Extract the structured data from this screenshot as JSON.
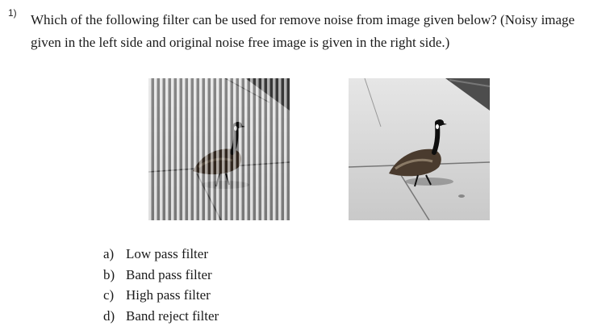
{
  "question": {
    "number": "1)",
    "text": "Which of the following filter can be used for remove noise from image given below? (Noisy image given in the left side and original noise free image is given in the right side.)"
  },
  "images": {
    "noisy": "noisy goose image with vertical stripe noise",
    "clean": "original noise free goose image"
  },
  "options": [
    {
      "letter": "a)",
      "text": "Low pass filter"
    },
    {
      "letter": "b)",
      "text": "Band pass filter"
    },
    {
      "letter": "c)",
      "text": "High pass filter"
    },
    {
      "letter": "d)",
      "text": "Band reject filter"
    }
  ]
}
